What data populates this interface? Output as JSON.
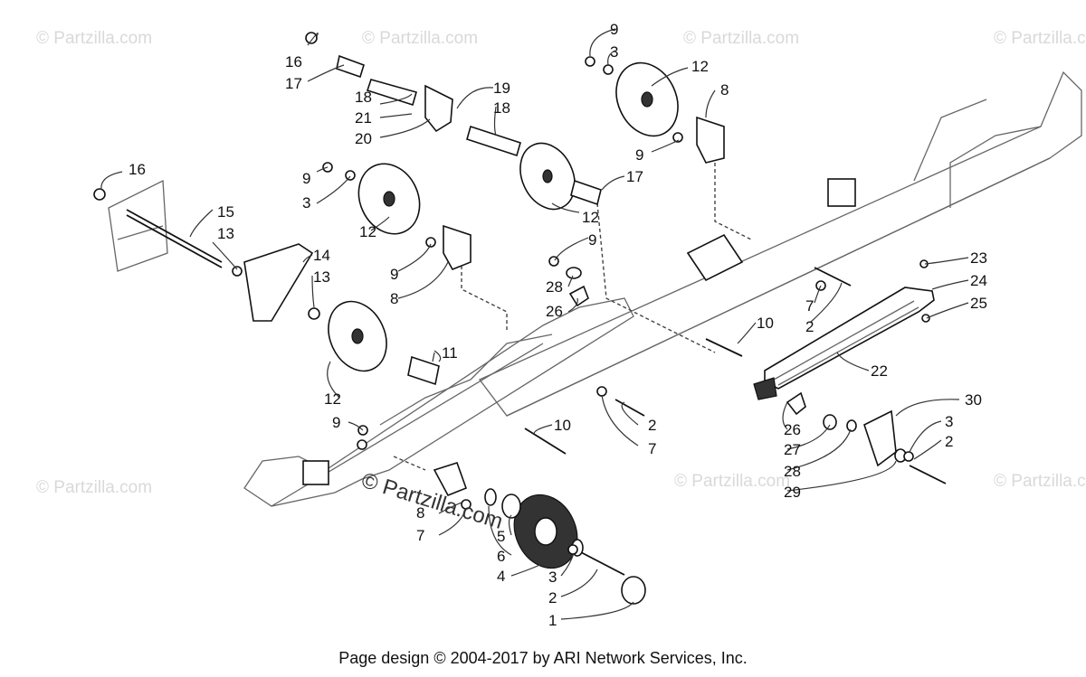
{
  "watermark": {
    "text": "© Partzilla.com",
    "main_text": "© Partzilla.com"
  },
  "footer": {
    "text": "Page design © 2004-2017 by ARI Network Services, Inc."
  },
  "callouts": [
    {
      "id": "c1",
      "text": "9"
    },
    {
      "id": "c2",
      "text": "3"
    },
    {
      "id": "c3",
      "text": "16"
    },
    {
      "id": "c4",
      "text": "17"
    },
    {
      "id": "c5",
      "text": "12"
    },
    {
      "id": "c6",
      "text": "8"
    },
    {
      "id": "c7",
      "text": "19"
    },
    {
      "id": "c8",
      "text": "18"
    },
    {
      "id": "c9",
      "text": "18"
    },
    {
      "id": "c10",
      "text": "21"
    },
    {
      "id": "c11",
      "text": "20"
    },
    {
      "id": "c12",
      "text": "9"
    },
    {
      "id": "c13",
      "text": "17"
    },
    {
      "id": "c14",
      "text": "12"
    },
    {
      "id": "c15",
      "text": "16"
    },
    {
      "id": "c16",
      "text": "9"
    },
    {
      "id": "c17",
      "text": "3"
    },
    {
      "id": "c18",
      "text": "15"
    },
    {
      "id": "c19",
      "text": "13"
    },
    {
      "id": "c20",
      "text": "14"
    },
    {
      "id": "c21",
      "text": "13"
    },
    {
      "id": "c22",
      "text": "12"
    },
    {
      "id": "c23",
      "text": "9"
    },
    {
      "id": "c24",
      "text": "8"
    },
    {
      "id": "c25",
      "text": "9"
    },
    {
      "id": "c26",
      "text": "28"
    },
    {
      "id": "c27",
      "text": "26"
    },
    {
      "id": "c28",
      "text": "23"
    },
    {
      "id": "c29",
      "text": "24"
    },
    {
      "id": "c30",
      "text": "25"
    },
    {
      "id": "c31",
      "text": "7"
    },
    {
      "id": "c32",
      "text": "2"
    },
    {
      "id": "c33",
      "text": "10"
    },
    {
      "id": "c34",
      "text": "22"
    },
    {
      "id": "c35",
      "text": "11"
    },
    {
      "id": "c36",
      "text": "12"
    },
    {
      "id": "c37",
      "text": "2"
    },
    {
      "id": "c38",
      "text": "7"
    },
    {
      "id": "c39",
      "text": "9"
    },
    {
      "id": "c40",
      "text": "10"
    },
    {
      "id": "c41",
      "text": "30"
    },
    {
      "id": "c42",
      "text": "3"
    },
    {
      "id": "c43",
      "text": "2"
    },
    {
      "id": "c44",
      "text": "26"
    },
    {
      "id": "c45",
      "text": "27"
    },
    {
      "id": "c46",
      "text": "28"
    },
    {
      "id": "c47",
      "text": "29"
    },
    {
      "id": "c48",
      "text": "8"
    },
    {
      "id": "c49",
      "text": "7"
    },
    {
      "id": "c50",
      "text": "5"
    },
    {
      "id": "c51",
      "text": "6"
    },
    {
      "id": "c52",
      "text": "4"
    },
    {
      "id": "c53",
      "text": "3"
    },
    {
      "id": "c54",
      "text": "2"
    },
    {
      "id": "c55",
      "text": "1"
    }
  ]
}
